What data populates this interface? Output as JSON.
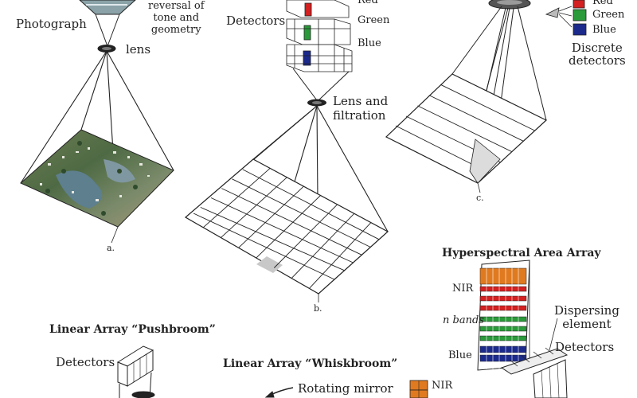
{
  "panel_a": {
    "photograph": "Photograph",
    "reversal": "reversal of\ntone and\ngeometry",
    "lens": "lens",
    "caption": "a."
  },
  "panel_b": {
    "detectors": "Detectors",
    "red": "Red",
    "green": "Green",
    "blue": "Blue",
    "lens_filtration": "Lens and\nfiltration",
    "caption": "b."
  },
  "panel_c": {
    "red": "Red",
    "green": "Green",
    "blue": "Blue",
    "discrete": "Discrete\ndetectors",
    "caption": "c."
  },
  "hyperspectral": {
    "title": "Hyperspectral Area Array",
    "nir": "NIR",
    "n_bands": "n bands",
    "blue": "Blue",
    "dispersing": "Dispersing\nelement",
    "detectors": "Detectors"
  },
  "pushbroom": {
    "title": "Linear Array “Pushbroom”",
    "detectors": "Detectors"
  },
  "whiskbroom": {
    "title": "Linear Array “Whiskbroom”",
    "rotating_mirror": "Rotating mirror",
    "nir": "NIR"
  },
  "colors": {
    "red": "#d42020",
    "green": "#2a9a3a",
    "blue": "#1c2a8c",
    "orange": "#e07a20",
    "ground_gray": "#c8c8c8"
  }
}
